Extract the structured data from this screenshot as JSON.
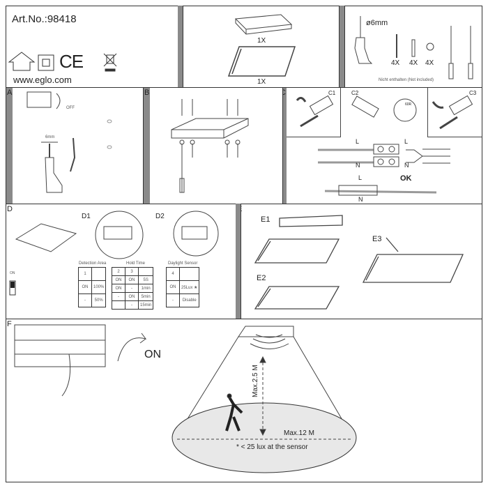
{
  "header": {
    "article_no": "Art.No.:98418",
    "website": "www.eglo.com",
    "ce_mark": "CE"
  },
  "contents": {
    "mount_qty": "1X",
    "panel_qty": "1X"
  },
  "tools": {
    "drill_size": "ø6mm",
    "screw_qty": "4X",
    "plug_qty": "4X",
    "washer_qty": "4X",
    "note": "Nicht enthalten  (Not included)"
  },
  "steps": {
    "A": "A",
    "B": "B",
    "C": "C",
    "D": "D",
    "E": "E",
    "F": "F",
    "off": "OFF",
    "drill_mm": "6mm",
    "c1": "C1",
    "c2": "C2",
    "c3": "C3",
    "c2_angle": "60R",
    "L": "L",
    "N": "N",
    "ok": "OK",
    "d1": "D1",
    "d2": "D2",
    "e1": "E1",
    "e2": "E2",
    "e3": "E3",
    "on": "ON"
  },
  "dip": {
    "on_label": "ON",
    "detection": {
      "title": "Detection Area",
      "head": "1",
      "rows": [
        [
          "ON",
          "100%"
        ],
        [
          "-",
          "50%"
        ]
      ]
    },
    "hold": {
      "title": "Hold Time",
      "head": [
        "2",
        "3",
        ""
      ],
      "rows": [
        [
          "ON",
          "ON",
          "5S"
        ],
        [
          "ON",
          "-",
          "1min"
        ],
        [
          "-",
          "ON",
          "5min"
        ],
        [
          "",
          "-",
          "15min"
        ]
      ]
    },
    "daylight": {
      "title": "Daylight Sensor",
      "head": "4",
      "rows": [
        [
          "ON",
          "25Lux ★"
        ],
        [
          "-",
          "Disable"
        ]
      ]
    }
  },
  "sensor": {
    "height": "Max.2.5 M",
    "width": "Max.12 M",
    "note": "* < 25 lux at the sensor"
  }
}
